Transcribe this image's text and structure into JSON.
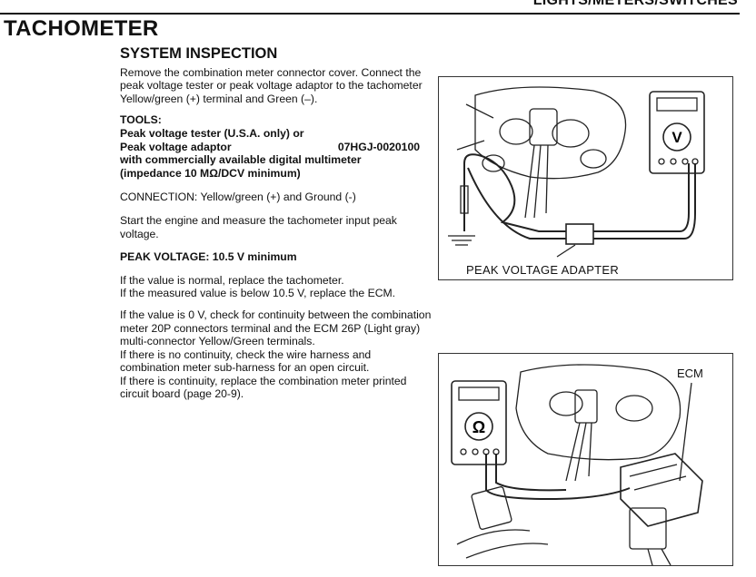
{
  "header": {
    "section": "LIGHTS/METERS/SWITCHES"
  },
  "title": "TACHOMETER",
  "section_title": "SYSTEM INSPECTION",
  "intro": "Remove the combination meter connector cover. Connect the peak voltage tester or peak voltage adaptor to the tachometer Yellow/green (+) terminal and Green (–).",
  "tools": {
    "heading": "TOOLS:",
    "line1": "Peak voltage tester (U.S.A. only) or",
    "line2_name": "Peak voltage adaptor",
    "line2_part": "07HGJ-0020100",
    "line3": "with commercially available digital multimeter",
    "line4": "(impedance 10 MΩ/DCV minimum)"
  },
  "connection": "CONNECTION:  Yellow/green (+) and Ground (-)",
  "measure": "Start the engine and measure the tachometer input peak voltage.",
  "peak_voltage": "PEAK VOLTAGE: 10.5 V minimum",
  "normal_lines": [
    "If the value is normal, replace the tachometer.",
    "If the measured value is below 10.5 V, replace the ECM."
  ],
  "zero_lines": [
    "If the value is 0 V, check for continuity between the combination meter 20P connectors terminal and the ECM 26P (Light gray) multi-connector Yellow/Green terminals.",
    "If there is no continuity, check the wire harness and combination meter sub-harness for an open circuit.",
    "If there is continuity, replace the combination meter printed circuit board (page 20-9)."
  ],
  "figure1": {
    "meter_symbol": "V",
    "caption": "PEAK VOLTAGE ADAPTER"
  },
  "figure2": {
    "meter_symbol": "Ω",
    "label": "ECM"
  }
}
